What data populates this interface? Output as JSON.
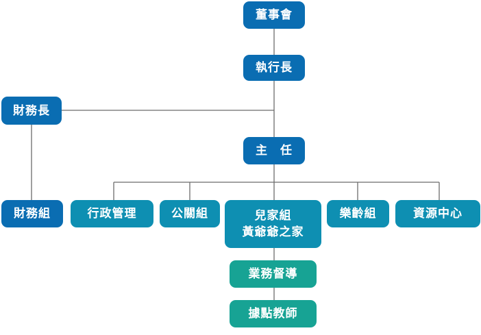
{
  "colors": {
    "primary": "#0a6db2",
    "department": "#0e8fb2",
    "sub_unit": "#17a394",
    "line": "#6b6b6b"
  },
  "nodes": {
    "board": "董事會",
    "ceo": "執行長",
    "cfo": "財務長",
    "director": "主　任",
    "finance_group": "財務組",
    "admin_mgmt": "行政管理",
    "pr_group": "公關組",
    "children_home_line1": "兒家組",
    "children_home_line2": "黃爺爺之家",
    "elder_group": "樂齡組",
    "resource_center": "資源中心",
    "supervision": "業務督導",
    "site_teachers": "據點教師"
  }
}
